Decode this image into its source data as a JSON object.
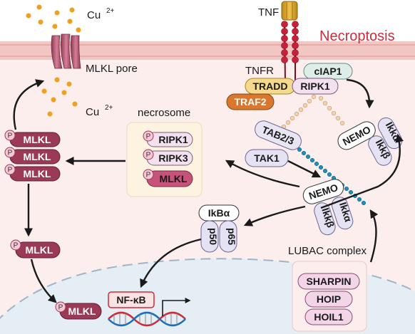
{
  "title": "Necroptosis",
  "ligand": "TNF",
  "receptor": "TNFR",
  "copper_top": "Cu",
  "copper_top_charge": "2+",
  "copper_mid": "Cu",
  "copper_mid_charge": "2+",
  "mlkl_pore": "MLKL pore",
  "necrosome": {
    "title": "necrosome",
    "items": [
      "RIPK1",
      "RIPK3",
      "MLKL"
    ]
  },
  "phospho": "P",
  "receptor_complex": {
    "ciap1": "cIAP1",
    "tradd": "TRADD",
    "ripk1": "RIPK1",
    "traf2": "TRAF2"
  },
  "tab23": "TAB2/3",
  "tak1": "TAK1",
  "nemo_complex_top": {
    "nemo": "NEMO",
    "ikka": "Ikkα",
    "ikkb": "Ikkβ"
  },
  "nemo_complex_mid": {
    "nemo": "NEMO",
    "ikka": "Ikkα",
    "ikkb": "Ikkβ"
  },
  "ikba_complex": {
    "ikba": "IkBα",
    "p50": "p50",
    "p65": "p65"
  },
  "lubac": {
    "title": "LUBAC complex",
    "items": [
      "SHARPIN",
      "HOIP",
      "HOIL1"
    ]
  },
  "mlkl_stack": [
    "MLKL",
    "MLKL",
    "MLKL"
  ],
  "mlkl_single": "MLKL",
  "mlkl_nucleus": "MLKL",
  "nfkb": "NF-κB",
  "colors": {
    "necroptosis_red": "#cf2b3a",
    "mlkl_maroon": "#9b3a55",
    "membrane": "#f3c9c4",
    "cytoplasm": "#fbeeec",
    "nucleus": "#e4eef5"
  }
}
